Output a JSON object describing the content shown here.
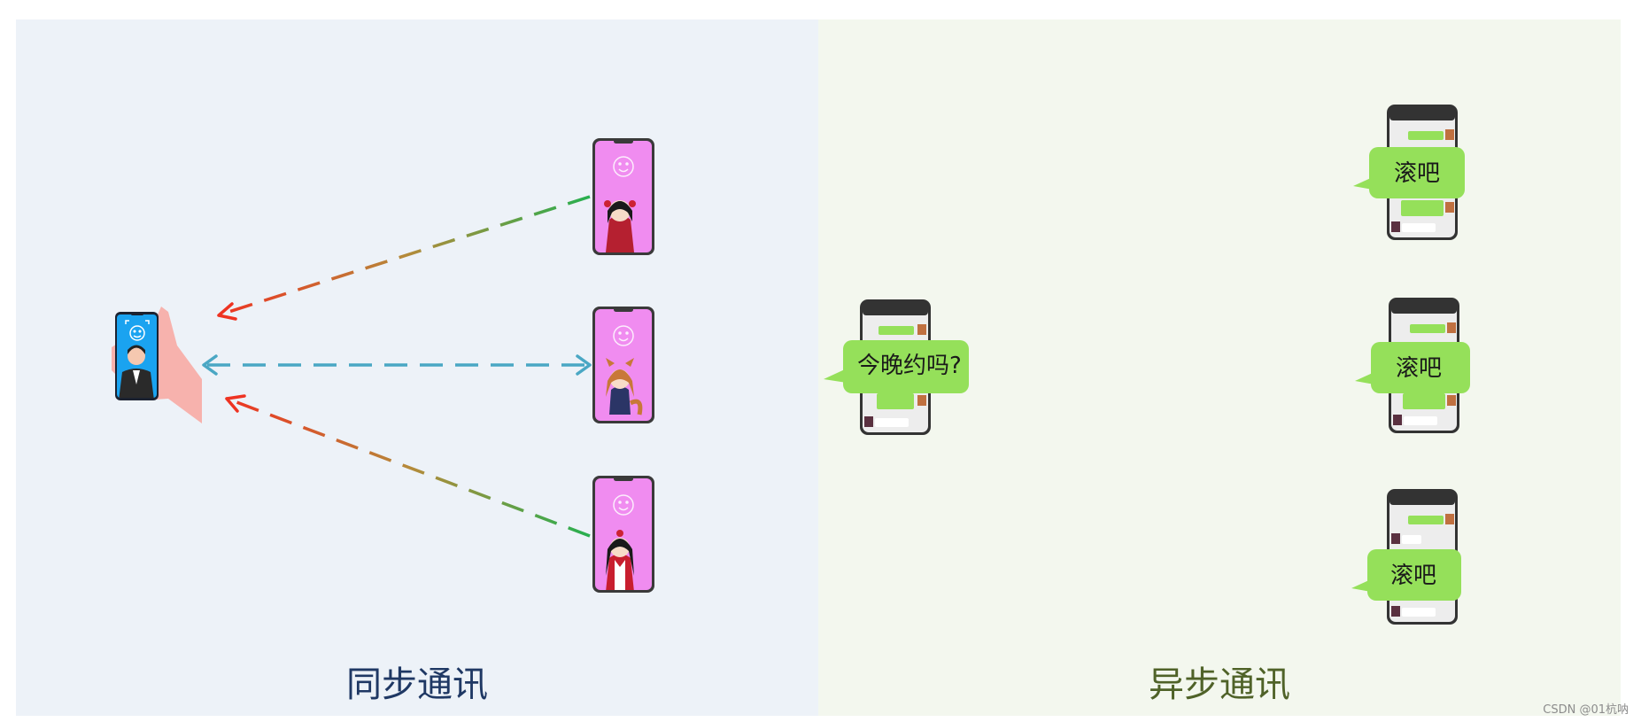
{
  "left_panel": {
    "title": "同步通讯"
  },
  "right_panel": {
    "title": "异步通讯",
    "sender_message": "今晚约吗?",
    "replies": [
      "滚吧",
      "滚吧",
      "滚吧"
    ]
  },
  "watermark": "CSDN @01杭呐",
  "colors": {
    "left_bg": "#edf2f8",
    "right_bg": "#f3f7ee",
    "bubble_green": "#95e05a",
    "screen_pink": "#f08cf0",
    "screen_blue": "#1aa3f0"
  }
}
